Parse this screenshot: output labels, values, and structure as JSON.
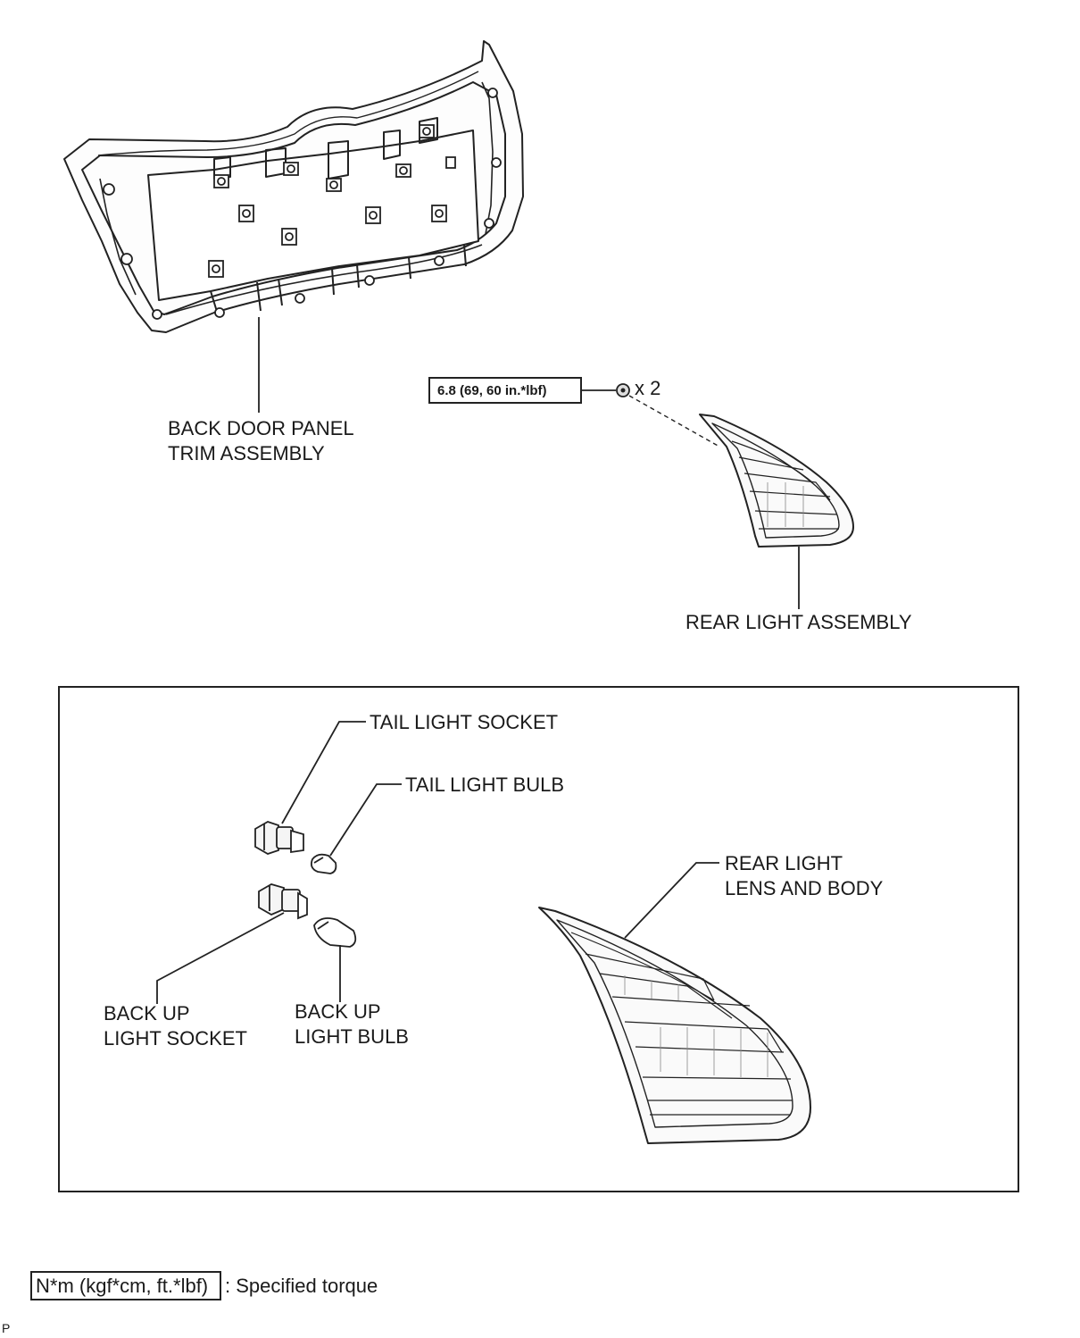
{
  "labels": {
    "back_door_panel": [
      "BACK DOOR PANEL",
      "TRIM ASSEMBLY"
    ],
    "rear_light_assembly": "REAR LIGHT ASSEMBLY",
    "tail_light_socket": "TAIL LIGHT SOCKET",
    "tail_light_bulb": "TAIL LIGHT BULB",
    "rear_light_lens": [
      "REAR LIGHT",
      "LENS AND BODY"
    ],
    "back_up_socket": [
      "BACK UP",
      "LIGHT SOCKET"
    ],
    "back_up_bulb": [
      "BACK UP",
      "LIGHT BULB"
    ]
  },
  "torque": {
    "value": "6.8 (69, 60 in.*lbf)",
    "quantity": "x 2"
  },
  "legend": {
    "units": "N*m (kgf*cm, ft.*lbf)",
    "description": ": Specified torque"
  },
  "corner_mark": "P"
}
